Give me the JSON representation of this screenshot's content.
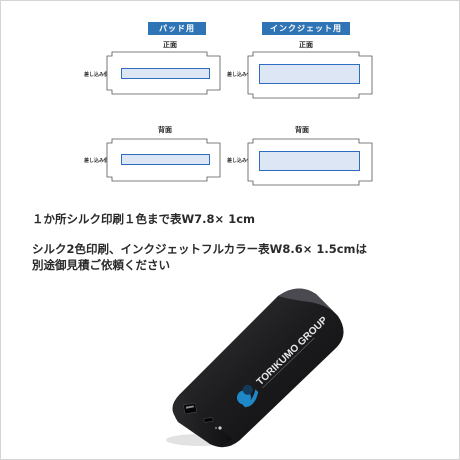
{
  "diagram": {
    "headers": {
      "pad": "パッド用",
      "inkjet": "インクジェット用"
    },
    "faces": {
      "front_pad": "正面",
      "front_inkjet": "正面",
      "back_pad": "背面",
      "back_inkjet": "背面"
    },
    "side_labels": {
      "front_pad": "差し込み側",
      "front_inkjet": "差し込み側",
      "back_pad": "差し込み側",
      "back_inkjet": "差し込み側"
    },
    "colors": {
      "header_bg": "#2f74b5",
      "print_fill": "#dde6f5",
      "print_border": "#2d6cc0"
    }
  },
  "notes": {
    "line1": "１か所シルク印刷１色まで表W7.8× 1cm",
    "line2": "シルク2色印刷、インクジェットフルカラー表W8.6× 1.5cmは",
    "line3": "別途御見積ご依頼ください"
  },
  "product": {
    "brand_text": "TORIKUMO GROUP",
    "colors": {
      "body": "#1c1c1e",
      "logo_blue": "#1e88c8",
      "logo_dark": "#123a5a"
    },
    "icons": [
      "usb-port-icon",
      "micro-usb-port-icon",
      "led-indicator-icon"
    ]
  }
}
